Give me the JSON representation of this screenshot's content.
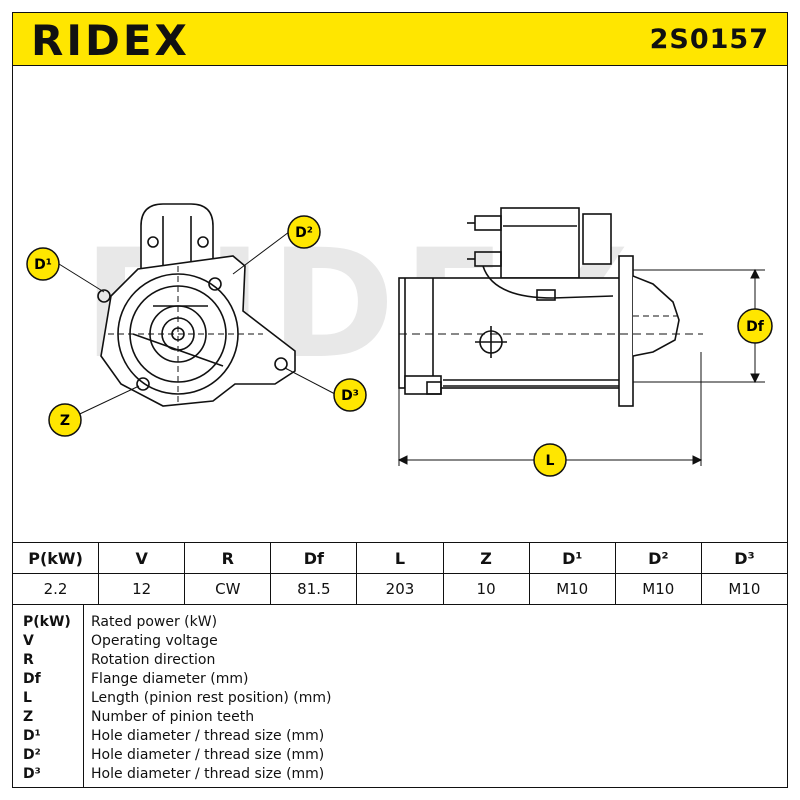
{
  "header": {
    "brand": "RIDEX",
    "part_number": "2S0157"
  },
  "watermark": "RIDEX",
  "callouts": {
    "d1": "D¹",
    "d2": "D²",
    "d3": "D³",
    "z": "Z",
    "df": "Df",
    "l": "L"
  },
  "colors": {
    "header_bg": "#ffe600",
    "badge_bg": "#ffe600",
    "line": "#111111",
    "watermark": "#e6e6e6"
  },
  "spec_table": {
    "headers": [
      "P(kW)",
      "V",
      "R",
      "Df",
      "L",
      "Z",
      "D¹",
      "D²",
      "D³"
    ],
    "values": [
      "2.2",
      "12",
      "CW",
      "81.5",
      "203",
      "10",
      "M10",
      "M10",
      "M10"
    ]
  },
  "legend": [
    {
      "code": "P(kW)",
      "desc": "Rated power (kW)"
    },
    {
      "code": "V",
      "desc": "Operating voltage"
    },
    {
      "code": "R",
      "desc": "Rotation direction"
    },
    {
      "code": "Df",
      "desc": "Flange diameter (mm)"
    },
    {
      "code": "L",
      "desc": "Length (pinion rest position) (mm)"
    },
    {
      "code": "Z",
      "desc": "Number of pinion teeth"
    },
    {
      "code": "D¹",
      "desc": "Hole diameter / thread size (mm)"
    },
    {
      "code": "D²",
      "desc": "Hole diameter / thread size (mm)"
    },
    {
      "code": "D³",
      "desc": "Hole diameter / thread size (mm)"
    }
  ]
}
